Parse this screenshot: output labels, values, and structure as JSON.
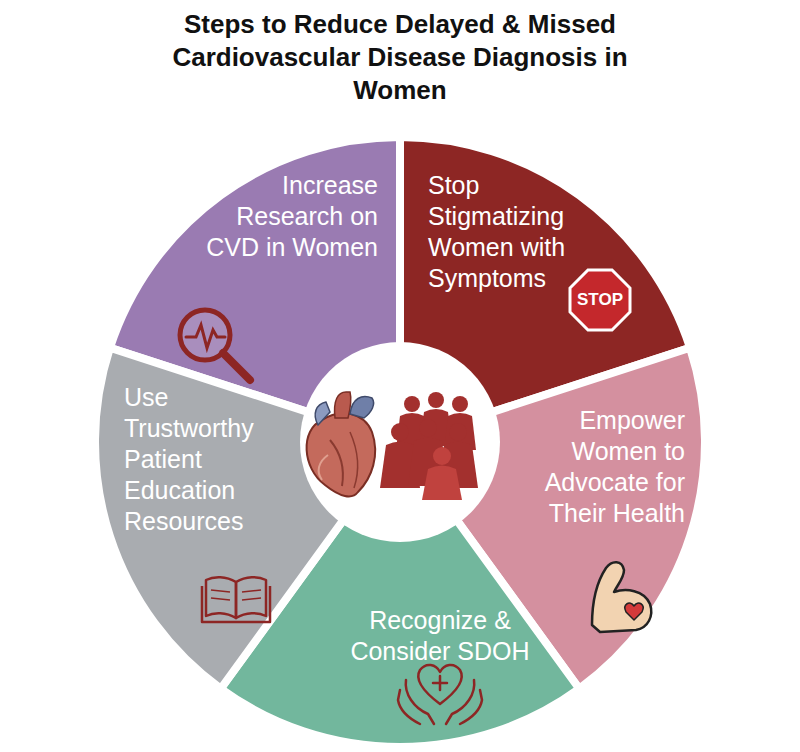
{
  "diagram": {
    "title": "Steps to Reduce Delayed & Missed Cardiovascular Disease Diagnosis in Women",
    "nodes": [
      {
        "text": [
          "Increase Research on CVD in Women"
        ]
      },
      {
        "text": [
          "Stop Stigmatizing Women with Symptoms"
        ]
      },
      {
        "text": [
          "Empower Women to Advocate for Their Health"
        ]
      },
      {
        "text": [
          "Recognize & Consider SDOH"
        ]
      },
      {
        "text": [
          "Use Trustworthy Patient Education Resources"
        ]
      }
    ],
    "labels": [
      "STOP"
    ]
  }
}
